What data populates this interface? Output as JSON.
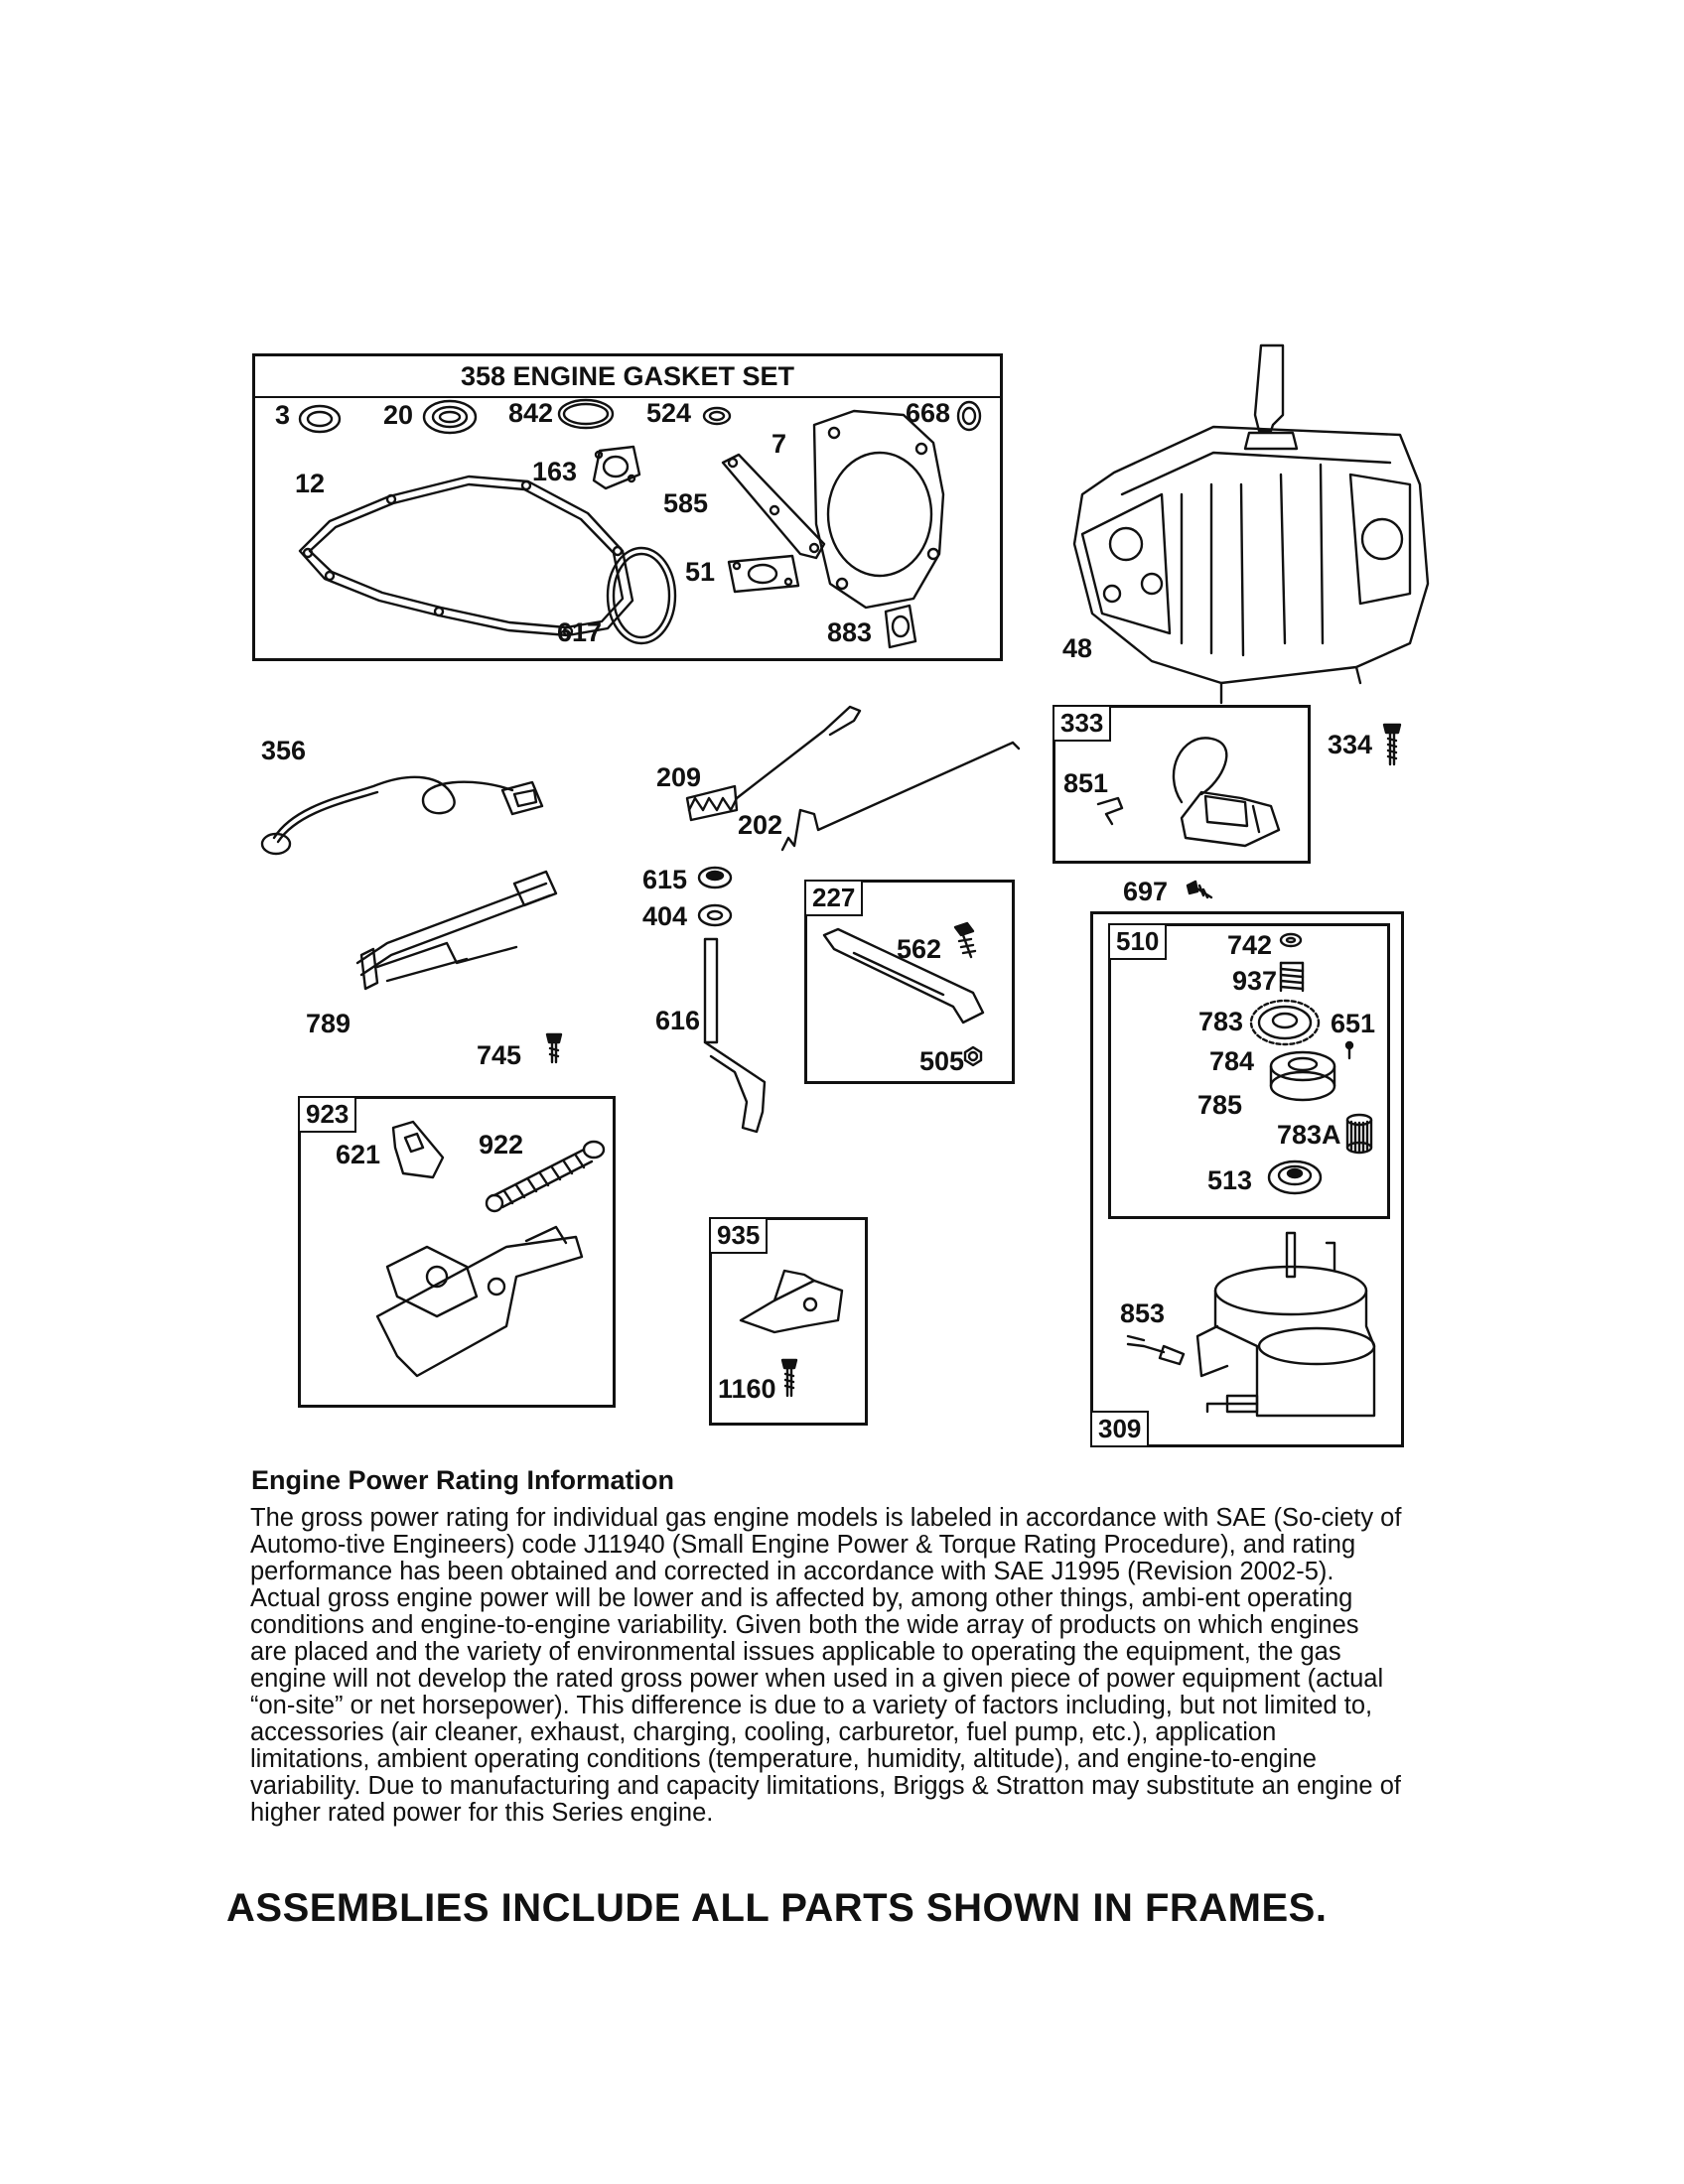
{
  "gasket_set": {
    "title": "358 ENGINE GASKET SET",
    "parts": [
      "3",
      "20",
      "842",
      "524",
      "668",
      "7",
      "12",
      "163",
      "585",
      "51",
      "617",
      "883"
    ]
  },
  "frames": {
    "starter_kit_333": {
      "tag": "333",
      "parts": [
        "851"
      ]
    },
    "kit_227": {
      "tag": "227",
      "parts": [
        "562",
        "505"
      ]
    },
    "kit_923": {
      "tag": "923",
      "parts": [
        "621",
        "922"
      ]
    },
    "kit_935": {
      "tag": "935",
      "parts": [
        "1160"
      ]
    },
    "kit_510": {
      "tag": "510",
      "parts": [
        "742",
        "937",
        "783",
        "651",
        "784",
        "785",
        "783A",
        "513"
      ]
    },
    "kit_309": {
      "tag": "309",
      "parts": [
        "853"
      ]
    }
  },
  "loose_parts": [
    "48",
    "334",
    "356",
    "209",
    "202",
    "615",
    "404",
    "616",
    "789",
    "745",
    "697"
  ],
  "info": {
    "heading": "Engine Power Rating Information",
    "body": "The gross power rating for individual gas engine models is labeled in accordance with SAE (So-ciety of Automo-tive Engineers) code J11940 (Small Engine Power & Torque Rating Procedure), and rating performance has been obtained and corrected in accordance with SAE J1995 (Revision 2002-5). Actual gross engine power will be lower and is affected by, among other things, ambi-ent operating conditions and engine-to-engine variability. Given both the wide array of products on which engines are placed and the variety of environmental issues applicable to operating the equipment, the gas engine will not develop the rated gross power when used in a given piece of power equipment (actual “on-site” or net horsepower). This difference is due to a variety of factors including, but not limited to, accessories (air cleaner, exhaust, charging, cooling, carburetor, fuel pump, etc.), application limitations, ambient operating conditions (temperature, humidity, altitude), and engine-to-engine variability. Due to manufacturing and capacity limitations, Briggs & Stratton may substitute an engine of higher rated power for this Series engine."
  },
  "footer": "ASSEMBLIES INCLUDE ALL PARTS SHOWN IN FRAMES."
}
